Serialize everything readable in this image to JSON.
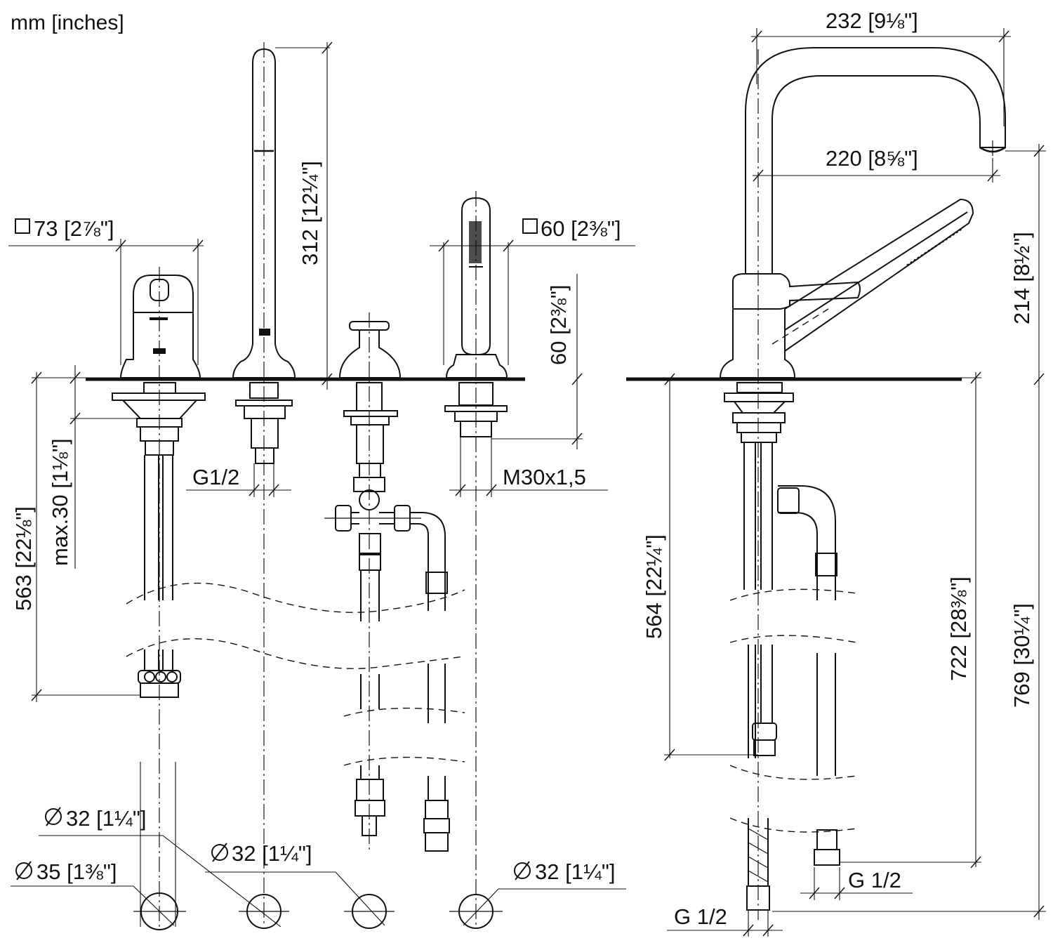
{
  "units_note": "mm [inches]",
  "dims": {
    "square73": "73",
    "square73_in": "[2⅞\"]",
    "height312": "312",
    "height312_in": "[12¼\"]",
    "square60": "60",
    "square60_in": "[2⅜\"]",
    "height60": "60",
    "height60_in": "[2⅜\"]",
    "g12_mid": "G1/2",
    "m30": "M30x1,5",
    "depth563": "563",
    "depth563_in": "[22⅛\"]",
    "max30": "max.30",
    "max30_in": "[1⅛\"]",
    "dia32_a": "32",
    "dia32_a_in": "[1¼\"]",
    "dia35": "35",
    "dia35_in": "[1⅜\"]",
    "dia32_b": "32",
    "dia32_b_in": "[1¼\"]",
    "dia32_c": "32",
    "dia32_c_in": "[1¼\"]",
    "reach232": "232",
    "reach232_in": "[9⅛\"]",
    "reach220": "220",
    "reach220_in": "[8⅝\"]",
    "height214": "214",
    "height214_in": "[8½\"]",
    "depth564": "564",
    "depth564_in": "[22¼\"]",
    "depth722": "722",
    "depth722_in": "[28⅜\"]",
    "depth769": "769",
    "depth769_in": "[30¼\"]",
    "g12_right_a": "G 1/2",
    "g12_right_b": "G 1/2"
  },
  "symbols": {
    "square": "square-symbol",
    "diameter": "diameter-symbol"
  }
}
